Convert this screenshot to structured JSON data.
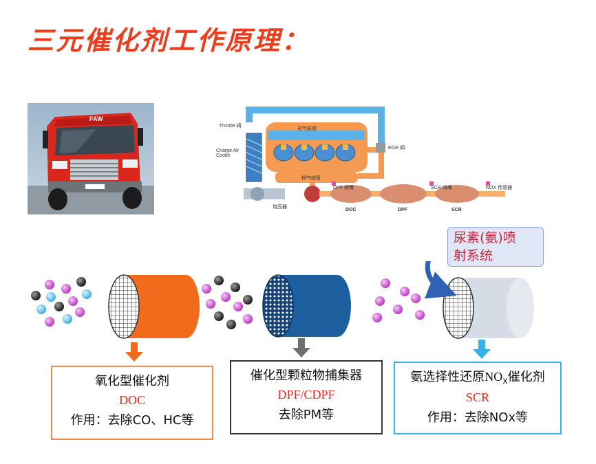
{
  "title": "三元催化剂工作原理：",
  "truck": {
    "grille_logo": "FAW"
  },
  "engine_diagram": {
    "throttle": "Throttle 阀",
    "charge_air_cooler": "Charge Air Cooler",
    "intake_manifold": "进气歧管",
    "exhaust_manifold": "排气歧管",
    "egr": "EGR 阀",
    "turbo": "增压器",
    "dpf_nozzle": "DPF 喷嘴",
    "scr_nozzle": "SCR 喷嘴",
    "nox_sensor": "NOX 传感器",
    "doc": "DOC",
    "dpf": "DPF",
    "scr": "SCR"
  },
  "urea": {
    "line1": "尿素(氨)喷",
    "line2": "射系统"
  },
  "catalysts": [
    {
      "name": "氧化型催化剂",
      "code": "DOC",
      "effect": "作用：去除CO、HC等",
      "color": "#f08a4b"
    },
    {
      "name": "催化型颗粒物捕集器",
      "code": "DPF/CDPF",
      "effect": "去除PM等",
      "color": "#333333"
    },
    {
      "name_prefix": "氨选择性还原",
      "name_nox": "NO",
      "name_sub": "X",
      "name_suffix": "催化剂",
      "code": "SCR",
      "effect": "作用：去除NOx等",
      "color": "#35b3e6"
    }
  ],
  "colors": {
    "title": "#ee3b1c",
    "doc_cylinder": "#f26a1b",
    "dpf_cylinder": "#1d5f9e",
    "scr_cylinder": "#d6dce6",
    "urea_text": "#c7263e"
  }
}
